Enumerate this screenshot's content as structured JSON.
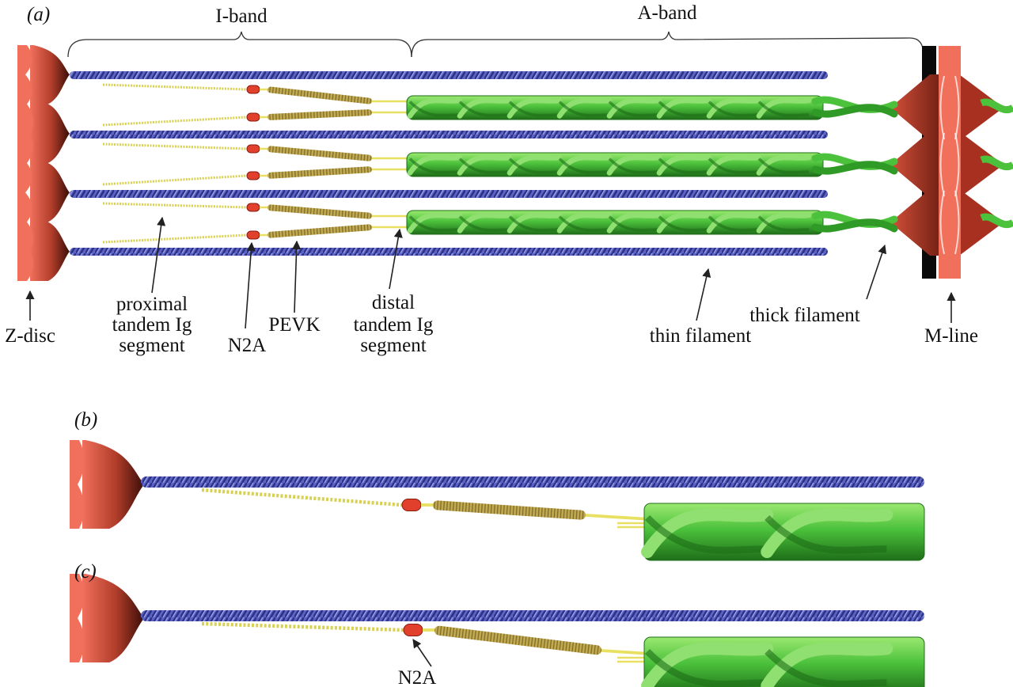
{
  "panels": {
    "a": {
      "tag": "(a)",
      "i_band": "I-band",
      "a_band": "A-band",
      "labels": {
        "z_disc": "Z-disc",
        "proximal": [
          "proximal",
          "tandem Ig",
          "segment"
        ],
        "n2a": "N2A",
        "pevk": "PEVK",
        "distal": [
          "distal",
          "tandem Ig",
          "segment"
        ],
        "thin_filament": "thin filament",
        "thick_filament": "thick filament",
        "m_line": "M-line"
      }
    },
    "b": {
      "tag": "(b)"
    },
    "c": {
      "tag": "(c)",
      "n2a": "N2A"
    }
  },
  "colors": {
    "z_disc": "#f0705c",
    "z_disc_shadow": "#3a0e08",
    "thin_filament": "#5b63c4",
    "thin_filament_dark": "#2c3183",
    "thick_filament": "#4cc23c",
    "thick_filament_dark": "#1e6e18",
    "titin": "#e8e060",
    "pevk": "#b8a048",
    "n2a": "#e0402c",
    "m_line_cone": "#c0402c"
  }
}
